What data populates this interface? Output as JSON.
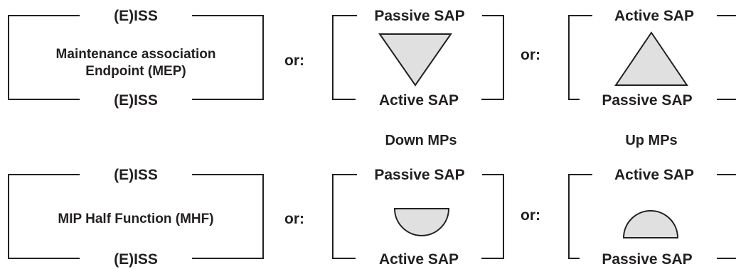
{
  "mep": {
    "top_label": "(E)ISS",
    "title_line1": "Maintenance association",
    "title_line2": "Endpoint (MEP)",
    "bottom_label": "(E)ISS"
  },
  "mhf": {
    "top_label": "(E)ISS",
    "title": "MIP Half Function (MHF)",
    "bottom_label": "(E)ISS"
  },
  "separators": {
    "or1": "or:",
    "or2": "or:",
    "or3": "or:",
    "or4": "or:"
  },
  "down_mep": {
    "top_label": "Passive SAP",
    "bottom_label": "Active SAP"
  },
  "up_mep": {
    "top_label": "Active SAP",
    "bottom_label": "Passive SAP"
  },
  "down_mhf": {
    "top_label": "Passive SAP",
    "bottom_label": "Active SAP"
  },
  "up_mhf": {
    "top_label": "Active SAP",
    "bottom_label": "Passive SAP"
  },
  "captions": {
    "down": "Down MPs",
    "up": "Up MPs"
  },
  "colors": {
    "stroke": "#231f20",
    "fill": "#e0e0e0"
  }
}
